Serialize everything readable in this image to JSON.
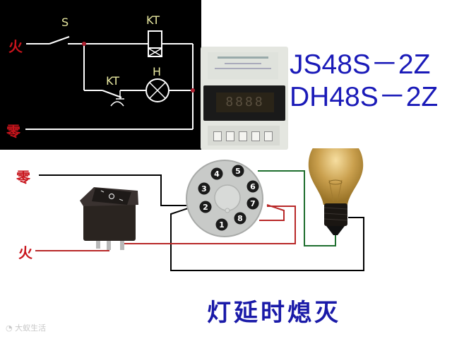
{
  "schematic": {
    "background": "#000000",
    "line_color": "#ffffff",
    "label_color": "#e8e8a0",
    "node_color": "#b02030",
    "labels": {
      "live": "火",
      "neutral": "零",
      "switch": "S",
      "relay_coil": "KT",
      "relay_contact": "KT",
      "lamp": "H"
    }
  },
  "models": {
    "line1": "JS48S－2Z",
    "line2": "DH48S－2Z",
    "color": "#1a1ab8"
  },
  "timer_device": {
    "display": "8888",
    "name": "digital-timer-relay"
  },
  "wiring": {
    "labels": {
      "neutral": "零",
      "live": "火"
    },
    "socket_pins": [
      "1",
      "2",
      "3",
      "4",
      "5",
      "6",
      "7",
      "8"
    ],
    "wire_colors": {
      "black": "#000000",
      "red": "#b82828",
      "green": "#1e6e2e"
    }
  },
  "caption": "灯延时熄灭",
  "watermark": "大蚁生活"
}
